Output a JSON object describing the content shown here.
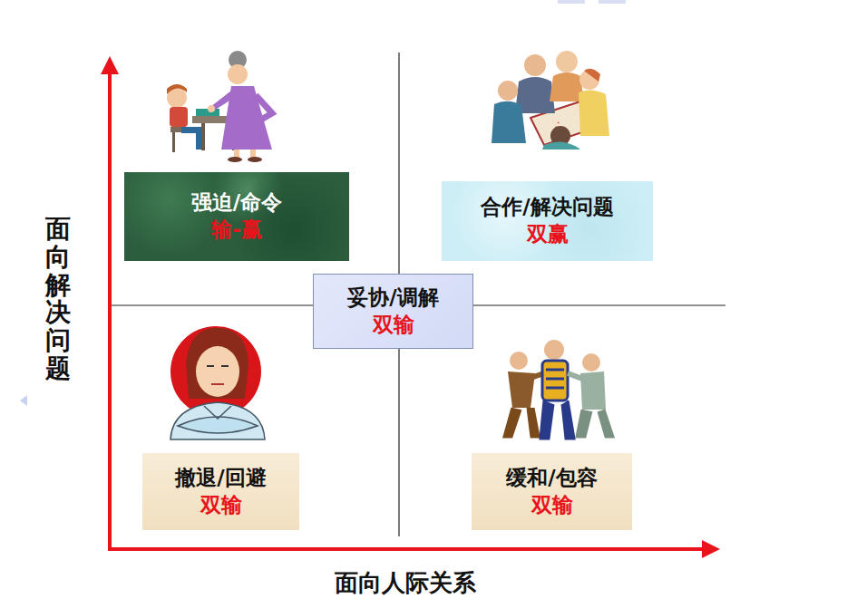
{
  "diagram": {
    "nodes": [
      {
        "text": [
          "强迫/命令",
          "输-赢"
        ]
      },
      {
        "text": [
          "合作/解决问题",
          "双赢"
        ]
      },
      {
        "text": [
          "妥协/调解",
          "双输"
        ]
      },
      {
        "text": [
          "撤退/回避",
          "双输"
        ]
      },
      {
        "text": [
          "缓和/包容",
          "双输"
        ]
      }
    ],
    "labels": [
      "面向解决问题",
      "面向人际关系"
    ]
  }
}
